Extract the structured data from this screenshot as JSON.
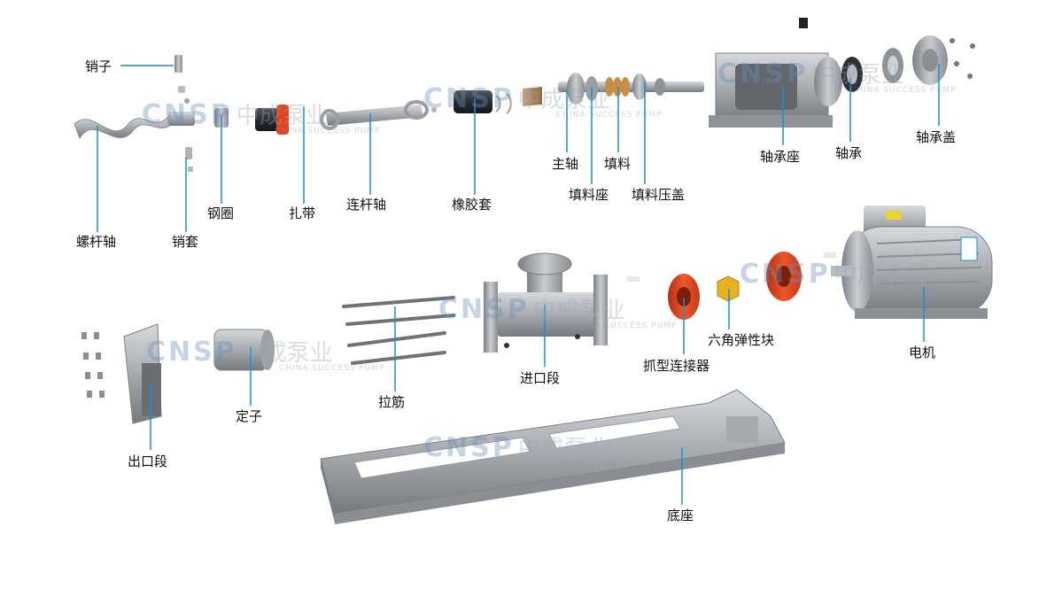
{
  "parts": {
    "pin": "销子",
    "screw_rotor": "螺杆轴",
    "pin_sleeve": "销套",
    "steel_ring": "钢圈",
    "clamp_band": "扎带",
    "connecting_rod": "连杆轴",
    "rubber_sleeve": "橡胶套",
    "main_shaft": "主轴",
    "packing_seat": "填料座",
    "packing": "填料",
    "packing_gland": "填料压盖",
    "bearing_housing": "轴承座",
    "bearing": "轴承",
    "bearing_cover": "轴承盖",
    "motor": "电机",
    "hex_elastic_block": "六角弹性块",
    "claw_coupling": "抓型连接器",
    "inlet_section": "进口段",
    "tie_rod": "拉筋",
    "stator": "定子",
    "outlet_section": "出口段",
    "base": "底座"
  },
  "watermark": {
    "brand": "CNSP",
    "cn": "中成泵业",
    "en": "CHINA SUCCESS PUMP"
  },
  "colors": {
    "leader_line": "#1a8fd6",
    "metal": "#a9adb2",
    "metal_dark": "#6c7075",
    "coupling_red": "#e0451f",
    "elastic_yellow": "#e8b21e"
  }
}
